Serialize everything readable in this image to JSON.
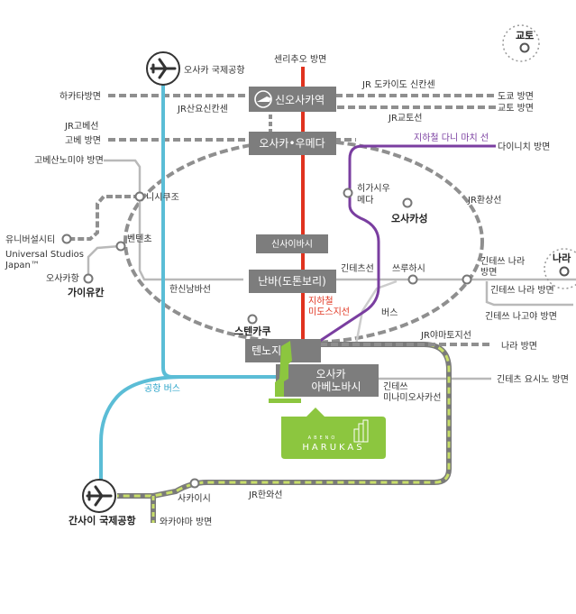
{
  "colors": {
    "jr_line": "#9a9a9a",
    "midosuji": "#e0321e",
    "tanimachi": "#7a3ea0",
    "airport_bus": "#5bbdd6",
    "kintetsu": "#b4b4b4",
    "station_box": "#7d7d7d",
    "harukas_green": "#8cc63f",
    "hanwa_green": "#aacc55"
  },
  "stations": {
    "shin_osaka": "신오사카역",
    "umeda": "오사카•우메다",
    "shinsaibashi": "신사이바시",
    "namba": "난바(도톤보리)",
    "tennoji": "텐노지",
    "abenobashi": "오사카\n아베노바시",
    "abenobashi_line1": "오사카",
    "abenobashi_line2": "아베노바시"
  },
  "labels": {
    "osaka_airport": "오사카 국제공항",
    "kansai_airport": "간사이 국제공항",
    "kyoto": "교토",
    "nara": "나라",
    "senri_chuo": "센리추오 방면",
    "hakata": "하카타방면",
    "jr_tokaido_shinkansen": "JR 도카이도 신칸센",
    "tokyo_dir": "도쿄 방면",
    "kyoto_dir": "교토 방면",
    "jr_sanyo_shinkansen": "JR산요신칸센",
    "jr_kyoto_line": "JR교토선",
    "jr_kobe_line": "JR고베선",
    "kobe_dir": "고베 방면",
    "kobe_sannomiya_dir": "고베산노미야 방면",
    "tanimachi_line": "지하철 다니 마치 선",
    "dainichi_dir": "다이니치 방면",
    "higashi_umeda_1": "히가시우",
    "higashi_umeda_2": "메다",
    "osaka_castle": "오사카성",
    "jr_loop": "JR환상선",
    "nishikujo": "니시쿠조",
    "universal_city": "유니버설시티",
    "usj_1": "Universal Studios",
    "usj_2": "Japan™",
    "bentencho": "벤텐초",
    "osakako": "오사카항",
    "kaiyukan": "가이유칸",
    "hanshin_namba": "한신남바선",
    "kintetsu_line": "긴테츠선",
    "tsuruhashi": "쓰루하시",
    "kintetsu_nara_dir_1": "긴테쓰 나라",
    "kintetsu_nara_dir_2": "방면",
    "kintetsu_nara_line": "긴테쓰 나라 방면",
    "kintetsu_nagoya_line": "긴테쓰 나고야 방면",
    "midosuji_1": "지하철",
    "midosuji_2": "미도스지선",
    "bus": "버스",
    "sumiyoshi": "스텐카쿠",
    "jr_yamatoji": "JR야마토지선",
    "nara_dir": "나라 방면",
    "kintetsu_yoshino_dir": "긴테츠 요시노 방면",
    "kintetsu_minami_1": "긴테쓰",
    "kintetsu_minami_2": "미나미오사카선",
    "airport_bus": "공항 버스",
    "sakai": "사카이시",
    "jr_hanwa": "JR한와선",
    "wakayama_dir": "와카야마 방면",
    "harukas_small": "ABENO",
    "harukas_big": "HARUKAS"
  }
}
